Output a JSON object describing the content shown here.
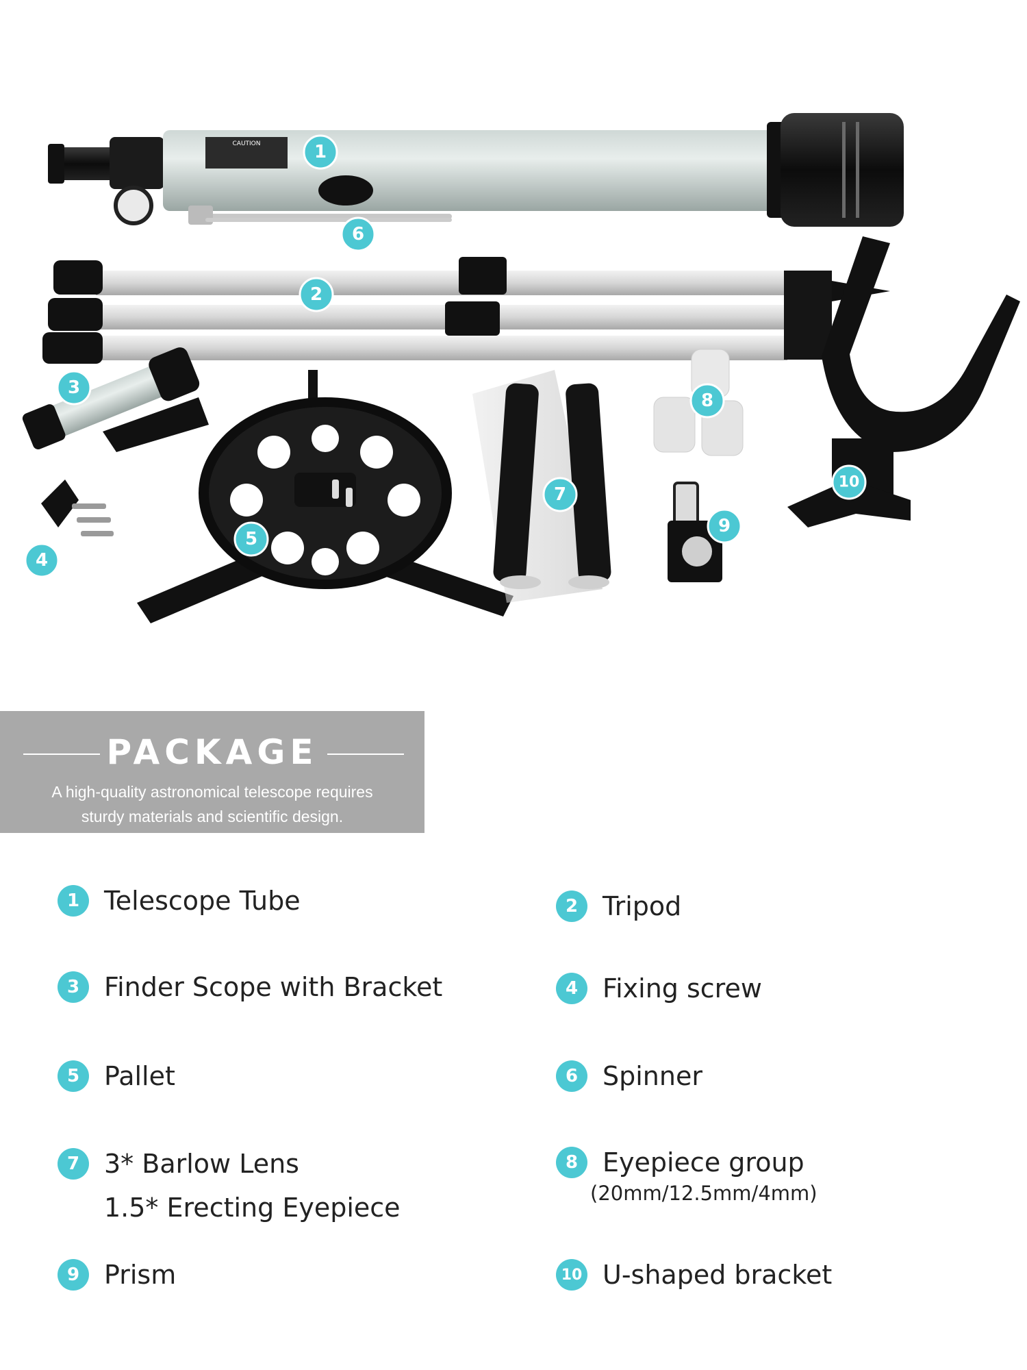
{
  "banner": {
    "title": "PACKAGE",
    "subtitle_line1": "A high-quality astronomical telescope requires",
    "subtitle_line2": "sturdy materials and scientific design."
  },
  "tube_label": "CAUTION",
  "colors": {
    "accent": "#4cc8d3",
    "banner": "#a9a9a9",
    "text": "#222222"
  },
  "photo_badges": [
    "1",
    "2",
    "3",
    "4",
    "5",
    "6",
    "7",
    "8",
    "9",
    "10"
  ],
  "parts": [
    {
      "num": "1",
      "name": "Telescope Tube"
    },
    {
      "num": "2",
      "name": "Tripod"
    },
    {
      "num": "3",
      "name": "Finder Scope with Bracket"
    },
    {
      "num": "4",
      "name": "Fixing screw"
    },
    {
      "num": "5",
      "name": "Pallet"
    },
    {
      "num": "6",
      "name": "Spinner"
    },
    {
      "num": "7",
      "name": "3* Barlow Lens",
      "name2": "1.5* Erecting Eyepiece"
    },
    {
      "num": "8",
      "name": "Eyepiece group",
      "note": "(20mm/12.5mm/4mm)"
    },
    {
      "num": "9",
      "name": "Prism"
    },
    {
      "num": "10",
      "name": "U-shaped bracket"
    }
  ]
}
